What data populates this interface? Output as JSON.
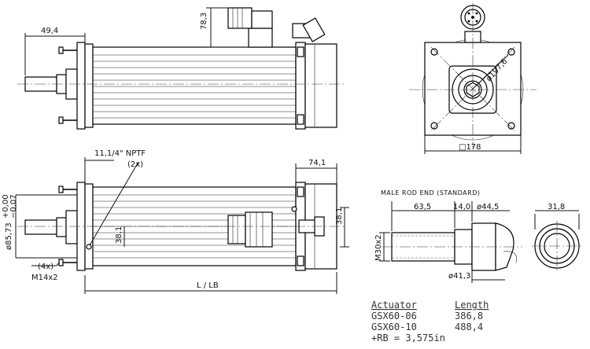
{
  "dimensions": {
    "top_view": {
      "shaft_offset": "49,4",
      "connector_height": "78,3"
    },
    "front_view": {
      "diameter": "ø197,6",
      "square": "□178"
    },
    "side_view": {
      "npt": "11,1/4\" NPTF",
      "npt_count": "(2x)",
      "rear_length": "74,1",
      "pilot_diameter": "ø85,73",
      "pilot_tol_upper": "+0,00",
      "pilot_tol_lower": "−0,07",
      "height_a": "38,1",
      "height_b": "38,1",
      "thread_count": "(4x)",
      "thread": "M14x2",
      "overall": "L / LB"
    },
    "rod_end": {
      "title": "MALE ROD END (STANDARD)",
      "thread_length": "63,5",
      "flat": "14,0",
      "collar_diameter": "ø44,5",
      "rod_diameter": "ø41,3",
      "thread": "M30x2",
      "across_flats": "31,8"
    }
  },
  "table": {
    "headers": [
      "Actuator",
      "Length"
    ],
    "rows": [
      [
        "GSX60-06",
        "386,8"
      ],
      [
        "GSX60-10",
        "488,4"
      ]
    ],
    "note": "+RB = 3,575in"
  }
}
